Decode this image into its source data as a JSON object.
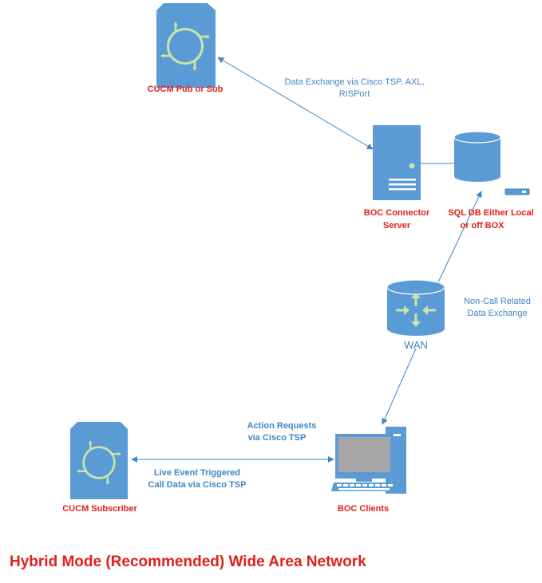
{
  "title": "Hybrid Mode (Recommended) Wide Area Network",
  "colors": {
    "node_fill": "#5b9bd5",
    "node_dark": "#3f7fbf",
    "connector": "#3e86c6",
    "icon_symbol": "#c9e6a8",
    "red_label": "#e0201b",
    "screen": "#a6a6a6"
  },
  "nodes": {
    "cucm_pub": {
      "label": "CUCM Pub or Sub",
      "icon": "call-manager-icon"
    },
    "boc_server": {
      "label_lines": [
        "BOC Connector",
        "Server"
      ],
      "icon": "server-tower-icon"
    },
    "sql_db": {
      "label_lines": [
        "SQL DB Either Local",
        "or off BOX"
      ],
      "icon": "database-icon"
    },
    "wan": {
      "label": "WAN",
      "icon": "router-icon"
    },
    "boc_clients": {
      "label": "BOC Clients",
      "icon": "desktop-computer-icon"
    },
    "cucm_subscriber": {
      "label": "CUCM Subscriber",
      "icon": "call-manager-icon"
    }
  },
  "connections": {
    "pub_to_server": {
      "label_lines": [
        "Data Exchange via Cisco TSP, AXL,",
        "RISPort"
      ]
    },
    "wan_link": {
      "label_lines": [
        "Non-Call Related",
        "Data Exchange"
      ]
    },
    "action_requests": {
      "label_lines": [
        "Action Requests",
        "via Cisco TSP"
      ]
    },
    "live_events": {
      "label_lines": [
        "Live Event Triggered",
        "Call Data via Cisco TSP"
      ]
    }
  }
}
